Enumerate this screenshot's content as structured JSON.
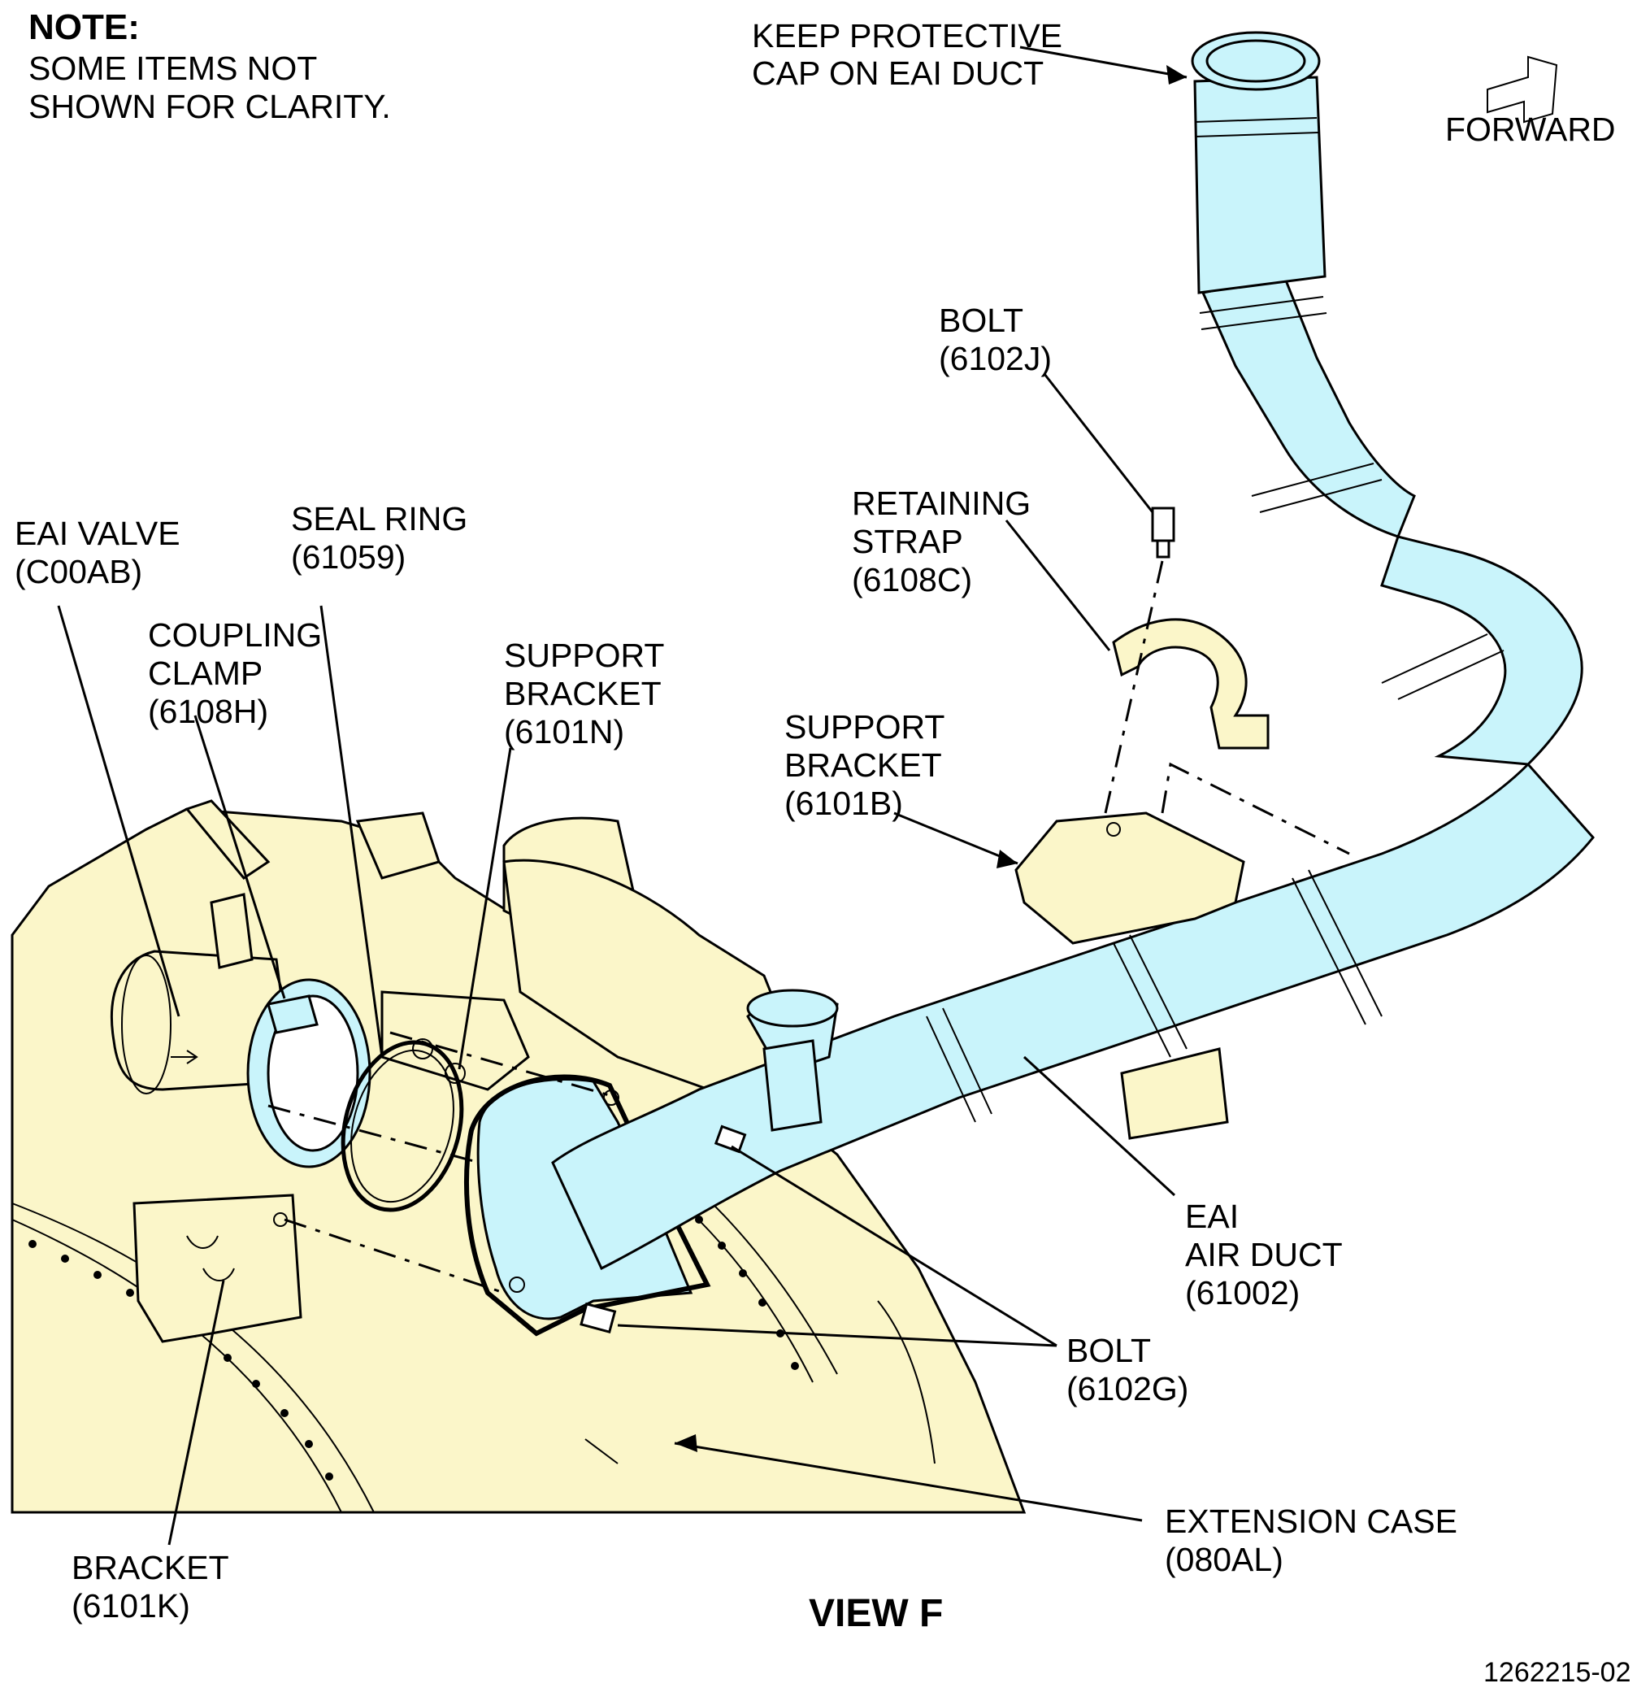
{
  "note": {
    "title": "NOTE:",
    "lines": [
      "SOME ITEMS NOT",
      "SHOWN FOR CLARITY."
    ]
  },
  "labels": {
    "protective_cap": [
      "KEEP PROTECTIVE",
      "CAP ON EAI DUCT"
    ],
    "forward": "FORWARD",
    "bolt_j": [
      "BOLT",
      "(6102J)"
    ],
    "retaining_strap": [
      "RETAINING",
      "STRAP",
      "(6108C)"
    ],
    "eai_valve": [
      "EAI VALVE",
      "(C00AB)"
    ],
    "seal_ring": [
      "SEAL RING",
      "(61059)"
    ],
    "coupling_clamp": [
      "COUPLING",
      "CLAMP",
      "(6108H)"
    ],
    "support_bracket_n": [
      "SUPPORT",
      "BRACKET",
      "(6101N)"
    ],
    "support_bracket_b": [
      "SUPPORT",
      "BRACKET",
      "(6101B)"
    ],
    "eai_air_duct": [
      "EAI",
      "AIR DUCT",
      "(61002)"
    ],
    "bolt_g": [
      "BOLT",
      "(6102G)"
    ],
    "extension_case": [
      "EXTENSION CASE",
      "(080AL)"
    ],
    "bracket_k": [
      "BRACKET",
      "(6101K)"
    ]
  },
  "view_title": "VIEW F",
  "figure_number": "1262215-02",
  "colors": {
    "duct_fill": "#c9f4fb",
    "case_fill": "#fbf6c9",
    "line": "#000000"
  }
}
